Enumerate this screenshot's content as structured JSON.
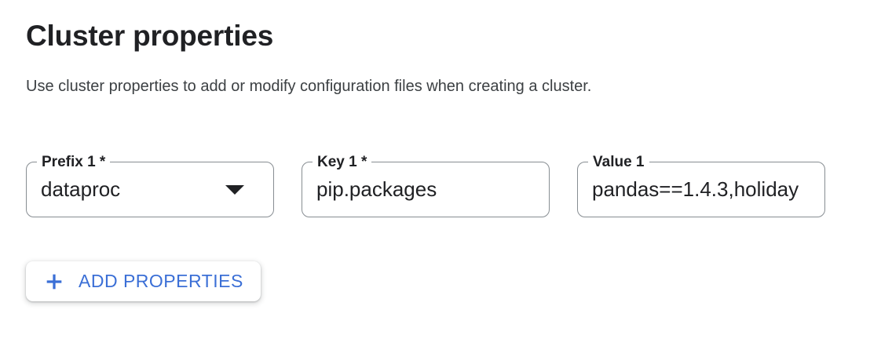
{
  "header": {
    "title": "Cluster properties",
    "description": "Use cluster properties to add or modify configuration files when creating a cluster."
  },
  "property_row": {
    "prefix": {
      "label": "Prefix 1 *",
      "value": "dataproc",
      "control": "dropdown"
    },
    "key": {
      "label": "Key 1 *",
      "value": "pip.packages",
      "control": "text-input"
    },
    "value": {
      "label": "Value 1",
      "value": "pandas==1.4.3,holiday",
      "control": "text-input"
    }
  },
  "actions": {
    "add_properties_label": "ADD PROPERTIES"
  },
  "icons": {
    "prefix_dropdown": "dropdown-arrow-icon",
    "add_properties": "plus-icon"
  },
  "colors": {
    "accent_blue": "#3b6fd6",
    "field_border_gray": "#878d92",
    "text_primary": "#202124",
    "text_secondary": "#3c4043",
    "background": "#ffffff"
  }
}
